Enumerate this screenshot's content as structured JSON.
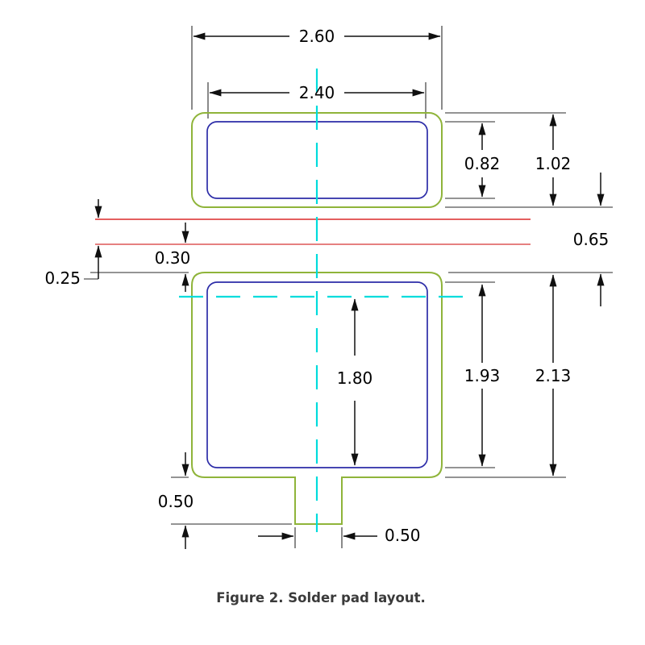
{
  "figure": {
    "caption": "Figure 2.  Solder pad layout."
  },
  "dimensions": {
    "top_pad_outer_width": "2.60",
    "top_pad_inner_width": "2.40",
    "top_pad_inner_height": "0.82",
    "top_pad_outer_height": "1.02",
    "pad_to_pad_gap": "0.65",
    "gap_upper": "0.30",
    "gap_lower": "0.25",
    "bottom_pad_inner_span": "1.80",
    "bottom_pad_inner_height": "1.93",
    "bottom_pad_outer_height": "2.13",
    "tab_height": "0.50",
    "tab_width": "0.50"
  },
  "colors": {
    "pad_outline": "#8fb43a",
    "inner_outline": "#2d2da8",
    "centerline": "#00dcdc",
    "boundary_line_upper": "#e04848",
    "boundary_line_lower": "#e36e6e",
    "dimension": "#101010"
  }
}
